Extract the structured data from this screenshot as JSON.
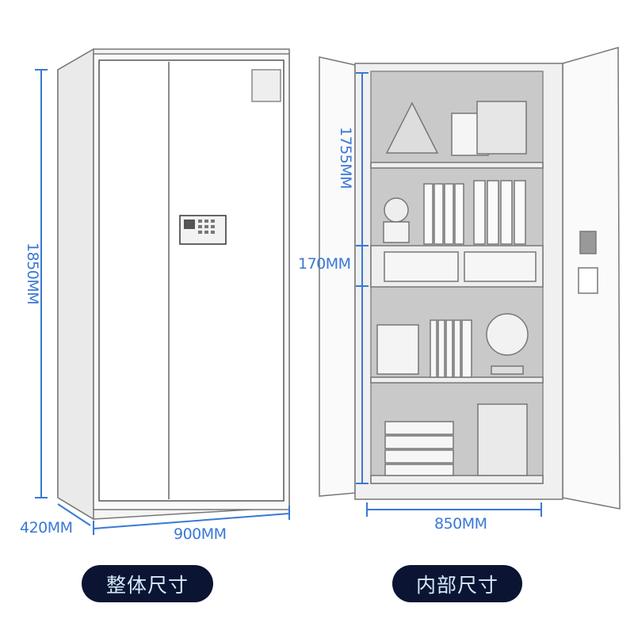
{
  "dimensions": {
    "overall_height": "1850MM",
    "overall_depth": "420MM",
    "overall_width": "900MM",
    "inner_height": "1755MM",
    "drawer_height": "170MM",
    "inner_width": "850MM"
  },
  "captions": {
    "overall": "整体尺寸",
    "interior": "内部尺寸"
  },
  "colors": {
    "dimension_blue": "#3a78d6",
    "badge_bg": "#0c1433",
    "badge_text": "#d4eaf8"
  }
}
